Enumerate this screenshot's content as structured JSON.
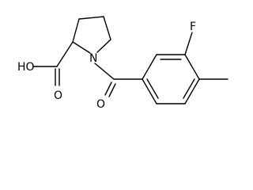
{
  "molecule": {
    "atom_labels": {
      "hydroxyl": "HO",
      "carboxyl_oxygen": "O",
      "nitrogen": "N",
      "amide_oxygen": "O",
      "fluorine": "F"
    },
    "colors": {
      "bond": "#000000",
      "label": "#000000",
      "background": "#ffffff"
    }
  }
}
